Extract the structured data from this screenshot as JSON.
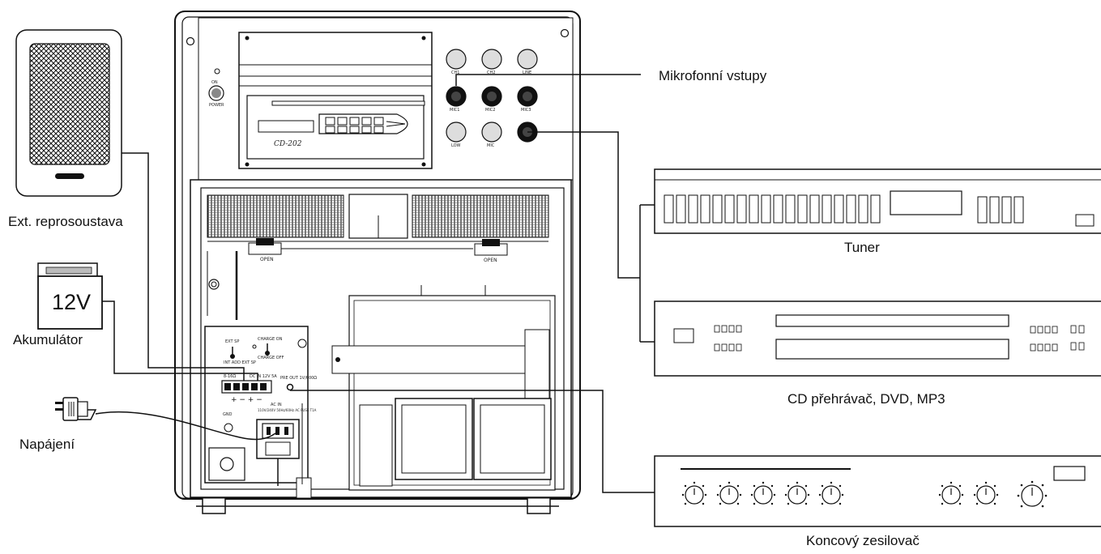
{
  "labels": {
    "mic_inputs": "Mikrofonní vstupy",
    "ext_speaker": "Ext. reprosoustava",
    "battery": "Akumulátor",
    "power": "Napájení",
    "tuner": "Tuner",
    "cd_player": "CD přehrávač, DVD, MP3",
    "power_amp": "Koncový zesilovač"
  },
  "battery_badge": "12V",
  "unit": {
    "cd_model": "CD-202",
    "open_left": "OPEN",
    "open_right": "OPEN",
    "top_knobs": [
      "CH1",
      "CH2",
      "LINE"
    ],
    "mid_knobs": [
      "MIC1",
      "MIC2",
      "MIC3"
    ],
    "bottom_knobs": [
      "LOW",
      "MIC"
    ],
    "power_on": "ON",
    "power_label": "POWER",
    "ext_sp": "EXT SP",
    "int_add": "INT ADD EXT SP",
    "charge_on": "CHARGE ON",
    "charge_off": "CHARGE OFF",
    "ohm": "8-16Ω",
    "dc_in": "DC IN 12V 5A",
    "pre_out": "PRE OUT 1V/600Ω",
    "gnd": "GND",
    "ac_in": "AC IN",
    "ac_spec": "110V/240V 50Hz/60Hz AC FUSE T1A"
  }
}
